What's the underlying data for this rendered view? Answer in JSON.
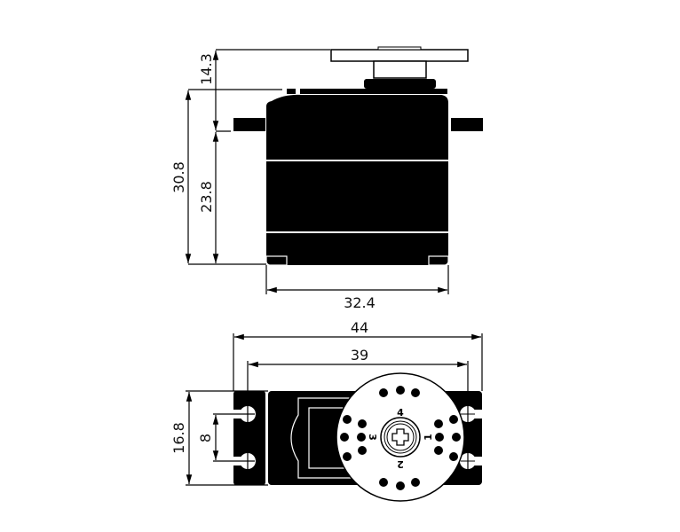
{
  "title": "Servo dimension drawing",
  "side_view": {
    "dimensions": {
      "total_height": "30.8",
      "horn_height": "14.3",
      "body_height": "23.8",
      "body_width": "32.4"
    }
  },
  "top_view": {
    "dimensions": {
      "overall_length": "44",
      "hole_spacing": "39",
      "flange_width": "16.8",
      "hole_pitch": "8"
    },
    "horn_labels": [
      "1",
      "2",
      "3",
      "4"
    ]
  },
  "colors": {
    "body": "#000000",
    "background": "#ffffff"
  }
}
